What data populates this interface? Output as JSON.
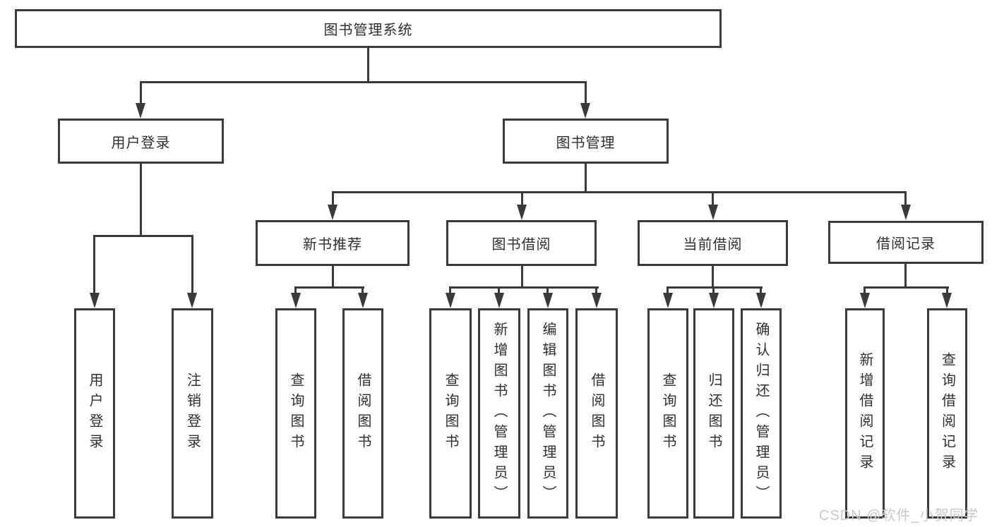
{
  "diagram": {
    "root": {
      "label": "图书管理系统"
    },
    "user_login": {
      "label": "用户登录",
      "children": [
        {
          "label": "用户登录"
        },
        {
          "label": "注销登录"
        }
      ]
    },
    "book_management": {
      "label": "图书管理"
    },
    "new_book_recommend": {
      "label": "新书推荐",
      "children": [
        {
          "label": "查询图书"
        },
        {
          "label": "借阅图书"
        }
      ]
    },
    "book_borrow": {
      "label": "图书借阅",
      "children": [
        {
          "label": "查询图书"
        },
        {
          "label": "新增图书（管理员）"
        },
        {
          "label": "编辑图书（管理员）"
        },
        {
          "label": "借阅图书"
        }
      ]
    },
    "current_borrow": {
      "label": "当前借阅",
      "children": [
        {
          "label": "查询图书"
        },
        {
          "label": "归还图书"
        },
        {
          "label": "确认归还（管理员）"
        }
      ]
    },
    "borrow_records": {
      "label": "借阅记录",
      "children": [
        {
          "label": "新增借阅记录"
        },
        {
          "label": "查询借阅记录"
        }
      ]
    }
  },
  "watermark": {
    "text": "CSDN @软件_小贺同学"
  },
  "colors": {
    "line": "#3a3a3a",
    "text": "#2f2f2f",
    "watermark": "#c9c9c9",
    "background": "#ffffff"
  }
}
